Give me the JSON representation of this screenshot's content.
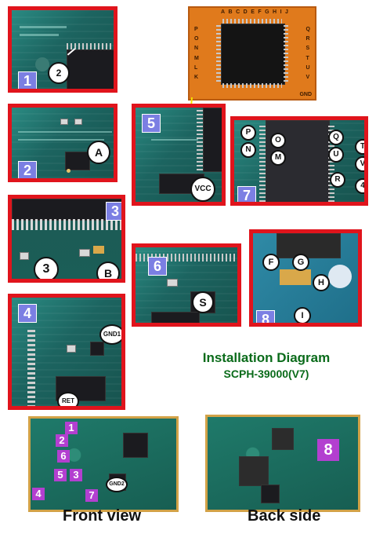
{
  "title": {
    "line1": "Installation Diagram",
    "line2": "SCPH-39000(V7)",
    "color": "#0a6b1a"
  },
  "panels": [
    {
      "id": "1",
      "labels": [
        "2"
      ]
    },
    {
      "id": "2",
      "labels": [
        "A"
      ]
    },
    {
      "id": "3",
      "labels": [
        "3",
        "B"
      ]
    },
    {
      "id": "4",
      "labels": [
        "GND1",
        "RET"
      ]
    },
    {
      "id": "5",
      "labels": [
        "VCC"
      ]
    },
    {
      "id": "6",
      "labels": [
        "S"
      ]
    },
    {
      "id": "7",
      "labels": [
        "P",
        "O",
        "N",
        "M",
        "Q",
        "T",
        "U",
        "V",
        "R",
        "4"
      ]
    },
    {
      "id": "8",
      "labels": [
        "F",
        "G",
        "H",
        "I"
      ]
    }
  ],
  "modchip": {
    "pin_labels_top": [
      "A",
      "B",
      "C",
      "D",
      "E",
      "F",
      "G",
      "H",
      "I",
      "J"
    ],
    "pin_labels_left": [
      "P",
      "O",
      "N",
      "M",
      "L",
      "K"
    ],
    "pin_labels_right": [
      "Q",
      "R",
      "S",
      "T",
      "U",
      "V"
    ],
    "corner_label": "GND"
  },
  "boards": {
    "front_caption": "Front view",
    "back_caption": "Back side",
    "front_markers": [
      "1",
      "2",
      "6",
      "5",
      "3",
      "4",
      "7"
    ],
    "front_gnd_label": "GND2",
    "back_marker": "8"
  },
  "colors": {
    "frame": "#e0141c",
    "number_badge": "#7b7fe3",
    "board_badge": "#b33fd0",
    "modchip_orange": "#e07a1c"
  }
}
